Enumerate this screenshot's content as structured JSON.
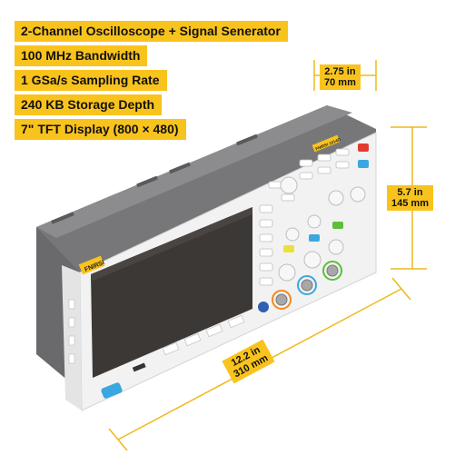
{
  "specs": [
    "2-Channel Oscilloscope + Signal Senerator",
    "100 MHz Bandwidth",
    "1 GSa/s Sampling Rate",
    "240 KB Storage Depth",
    "7\" TFT Display (800 × 480)"
  ],
  "dimensions": {
    "depth": {
      "line1": "2.75 in",
      "line2": "70 mm"
    },
    "height": {
      "line1": "5.7 in",
      "line2": "145 mm"
    },
    "width": {
      "line1": "12.2 in",
      "line2": "310 mm"
    }
  },
  "device": {
    "brand": "FNIRSI",
    "model_badge": "FNIRSI 1014D"
  },
  "colors": {
    "accent": "#f9c31d",
    "body_white": "#f2f2f2",
    "body_gray": "#7a7a7a",
    "screen": "#3c3835",
    "ch1_yellow": "#e9e23a",
    "ch2_cyan": "#3aa7df",
    "gen_green": "#5bbf3a",
    "probe_orange": "#f08a24",
    "power_red": "#e23a2e"
  }
}
